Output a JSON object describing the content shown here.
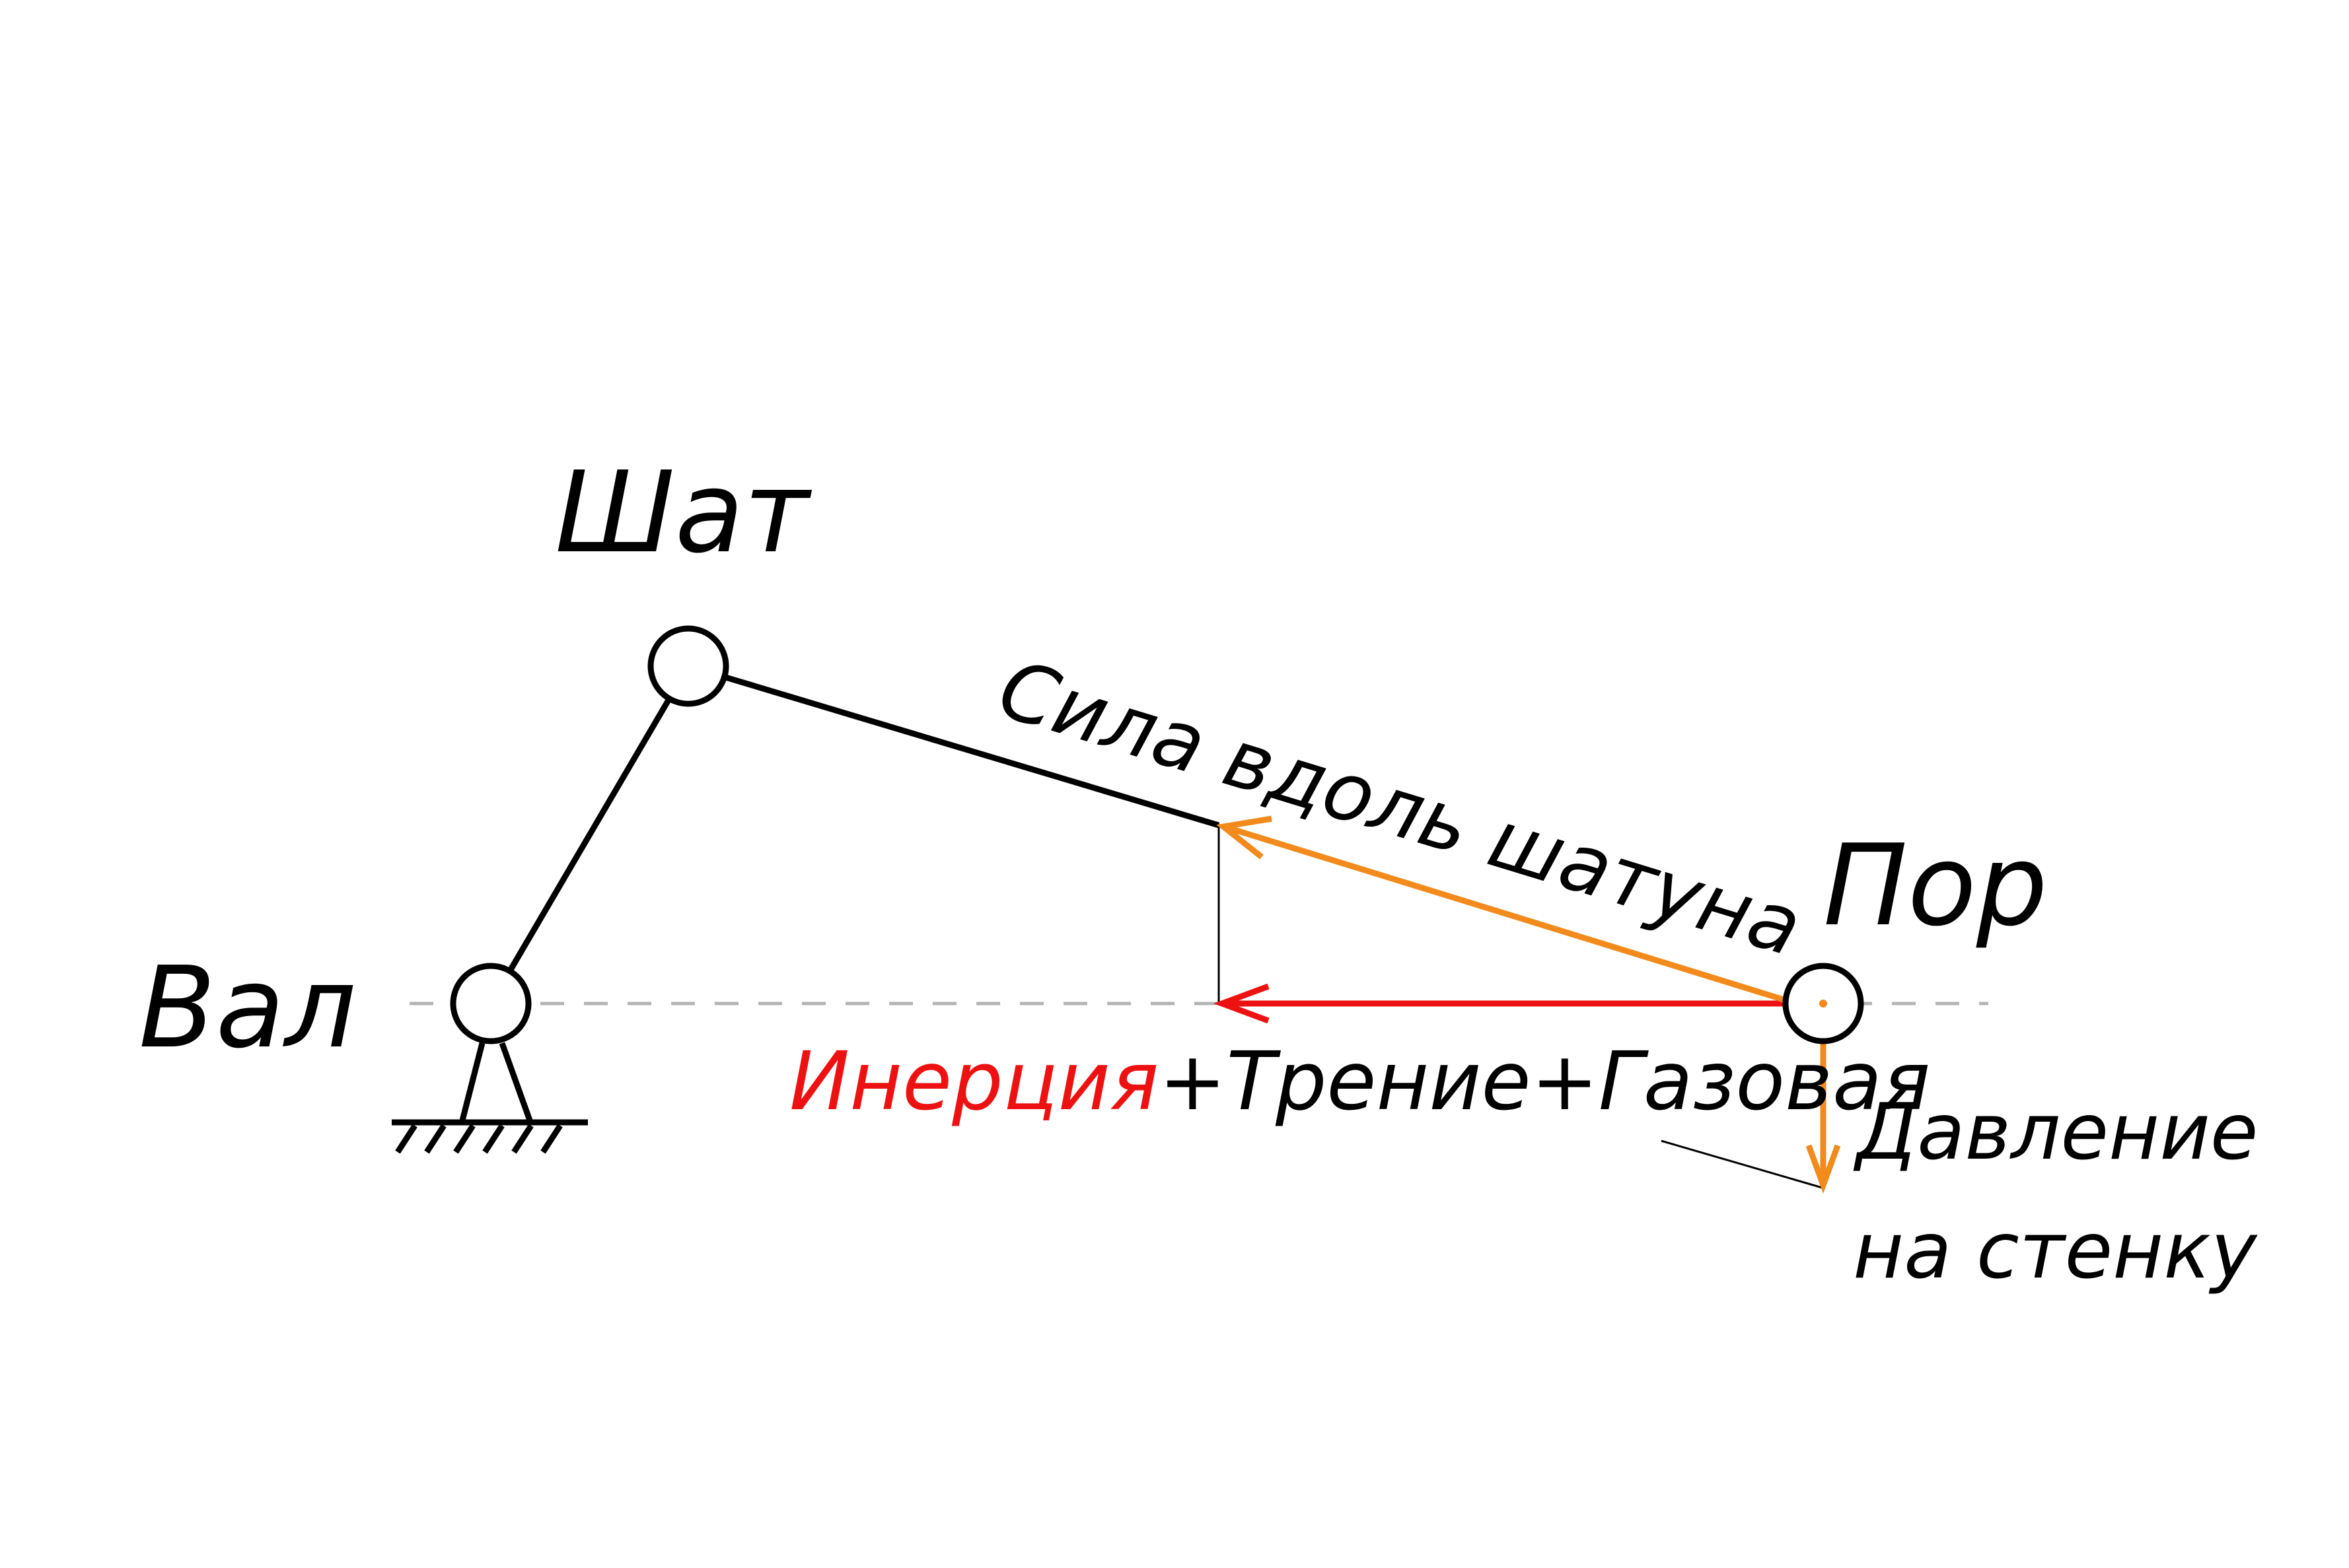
{
  "labels": {
    "shaft": "Вал",
    "rod": "Шат",
    "piston": "Пор",
    "rod_force": "Сила вдоль шатуна",
    "inertia": "Инерция",
    "plus_friction": "+Трение",
    "plus_gas": "+Газовая",
    "pressure_line1": "Давление",
    "pressure_line2": "на стенку"
  },
  "colors": {
    "black": "#000000",
    "axis": "#b3b3b3",
    "orange": "#f28a1c",
    "red": "#ee1111",
    "background": "#ffffff"
  }
}
